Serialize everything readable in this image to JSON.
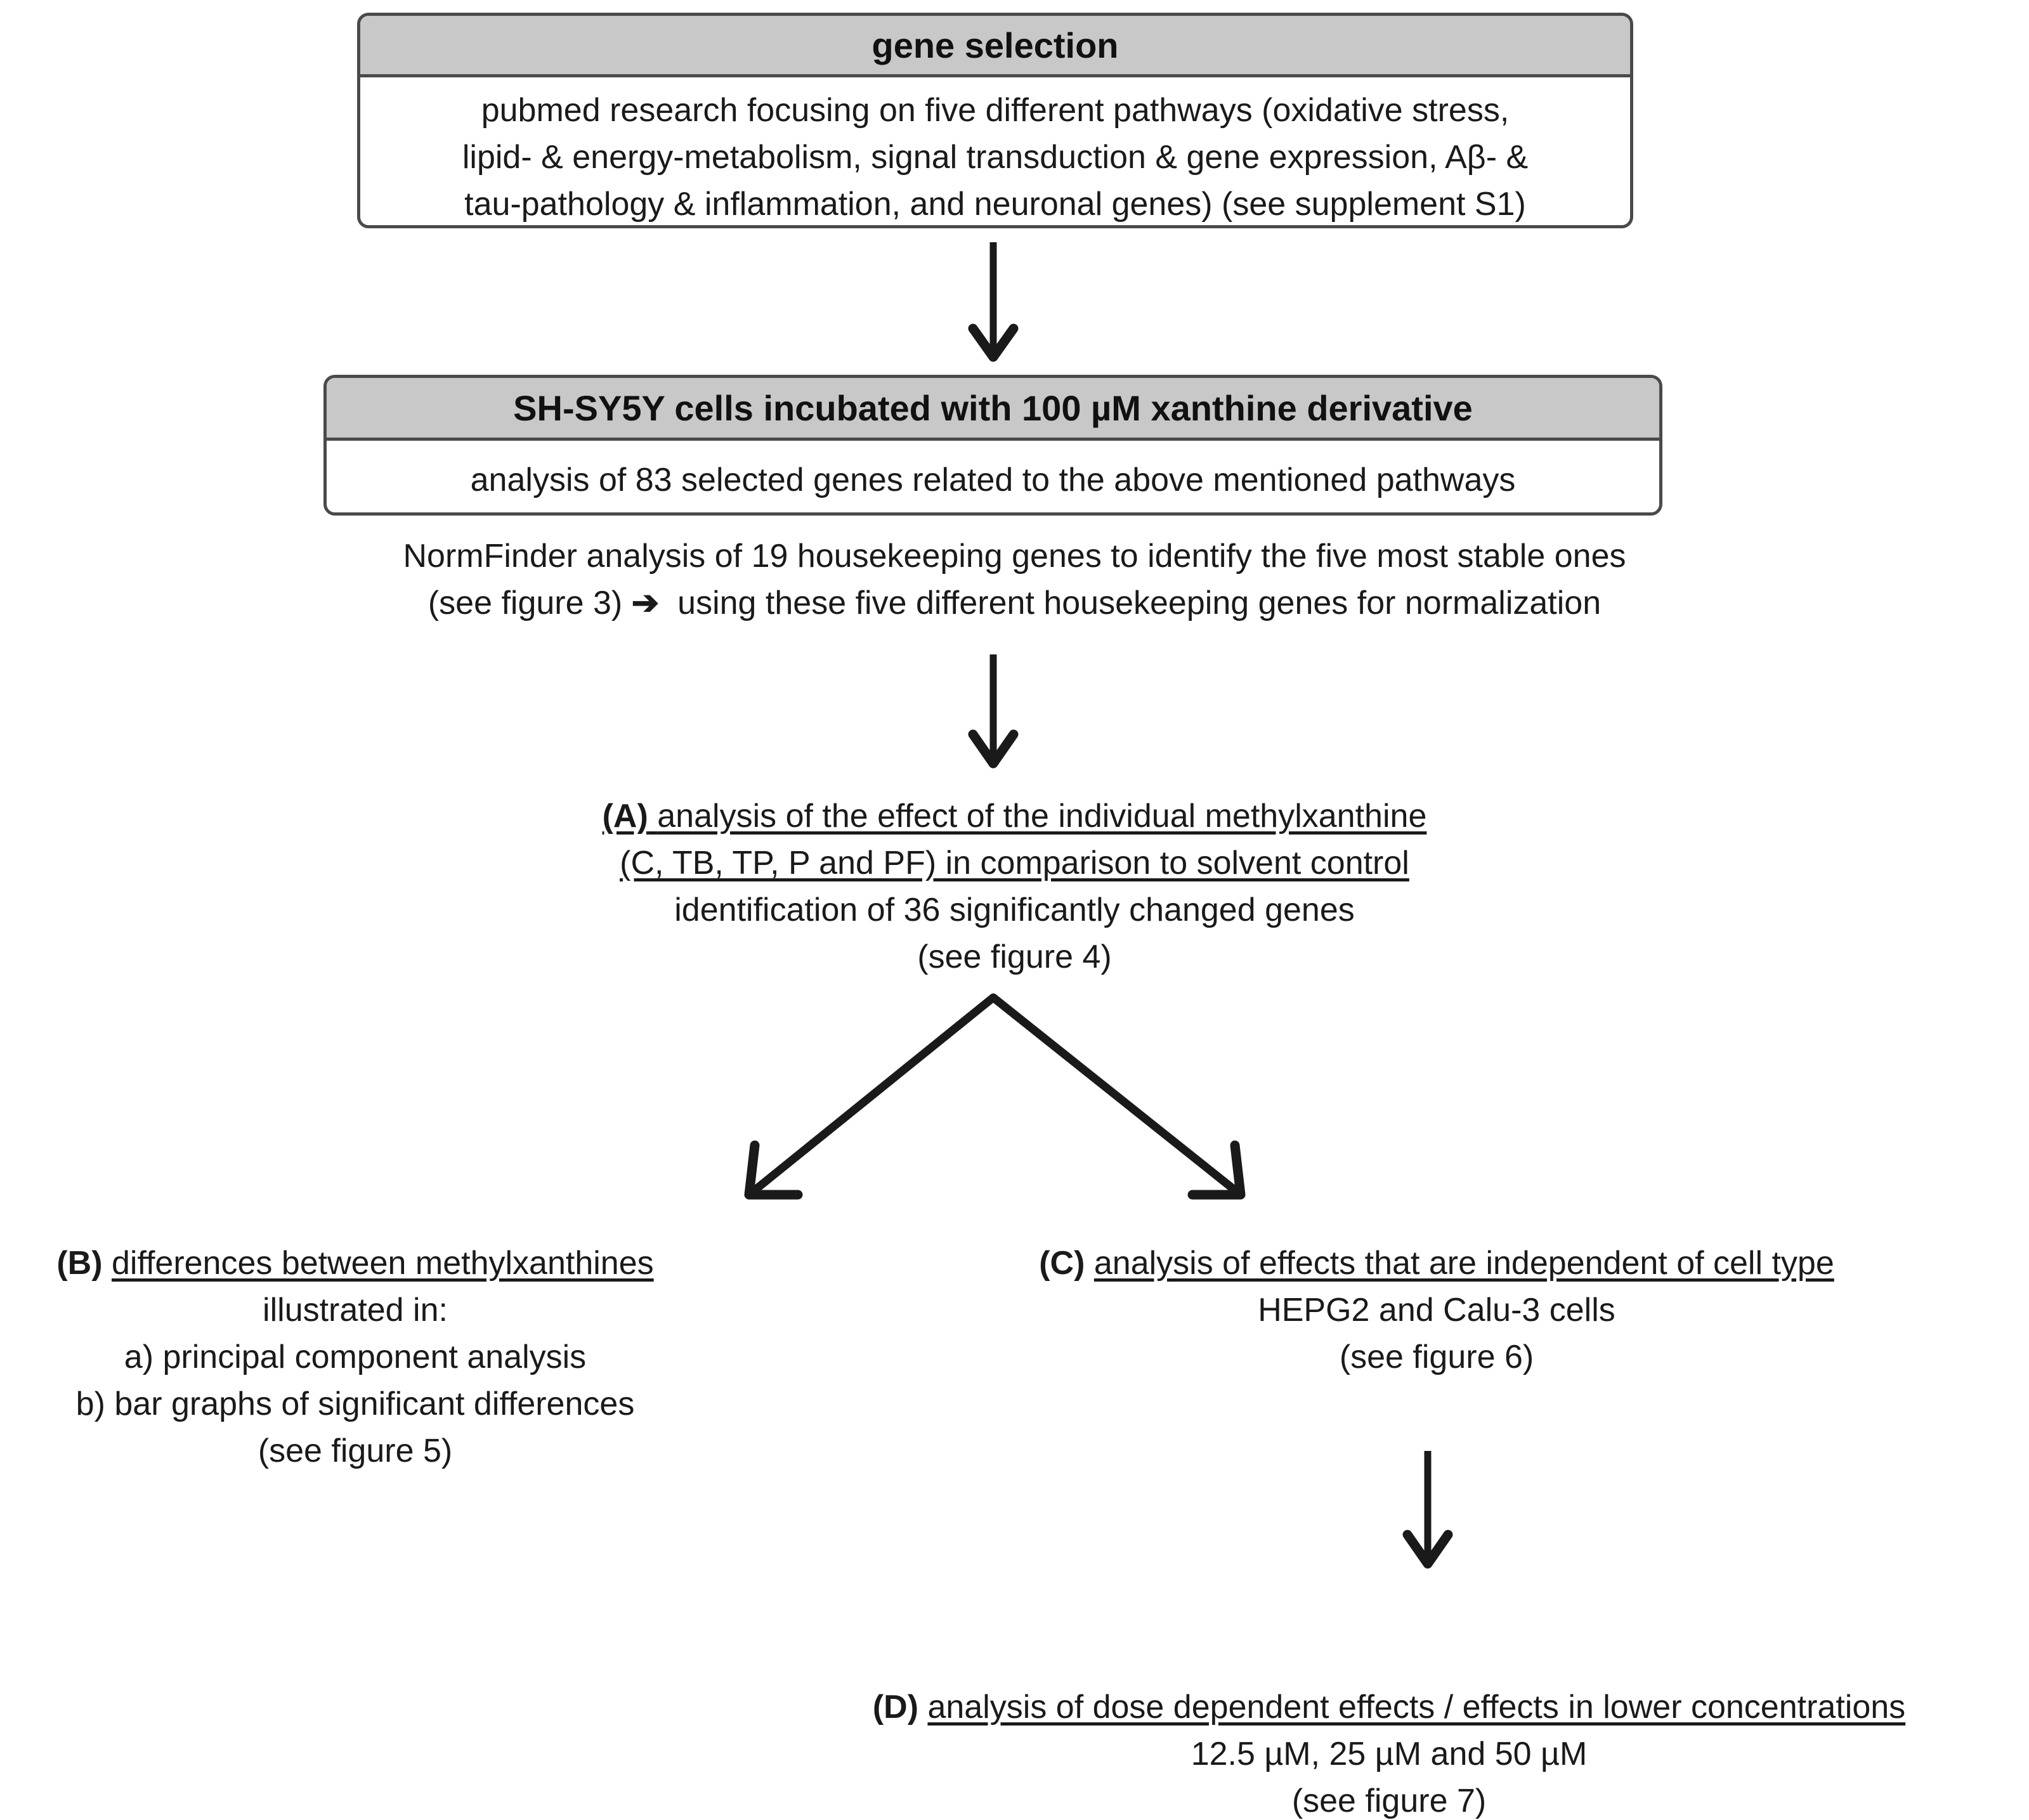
{
  "boxes": {
    "gene_selection": {
      "header": "gene selection",
      "body_lines": [
        "pubmed research focusing on five different pathways (oxidative stress,",
        "lipid- & energy-metabolism, signal transduction & gene expression, Aβ- &",
        "tau-pathology & inflammation, and neuronal genes) (see supplement S1)"
      ]
    },
    "cell_incubation": {
      "header": "SH-SY5Y cells incubated with 100 µM xanthine derivative",
      "body_lines": [
        "analysis of 83 selected genes related to the above mentioned pathways"
      ]
    }
  },
  "normfinder": {
    "line1": "NormFinder analysis of 19 housekeeping genes to identify the five most stable ones",
    "line2_prefix": "(see figure 3)",
    "line2_arrow": "➔",
    "line2_suffix": "using these five different housekeeping genes for normalization"
  },
  "sections": {
    "a": {
      "label": "(A)",
      "underlined_line1": "analysis of the effect of the individual methylxanthine",
      "underlined_line2": "(C, TB, TP, P and PF) in comparison to solvent control",
      "line3": "identification of 36 significantly changed genes",
      "line4": "(see figure 4)"
    },
    "b": {
      "label": "(B)",
      "underlined_line1": "differences between methylxanthines",
      "line2": "illustrated in:",
      "line3": "a) principal component analysis",
      "line4": "b) bar graphs of significant differences",
      "line5": "(see figure 5)"
    },
    "c": {
      "label": "(C)",
      "underlined_line1": "analysis of effects that are independent of cell type",
      "line2": "HEPG2 and Calu-3 cells",
      "line3": "(see figure 6)"
    },
    "d": {
      "label": "(D)",
      "underlined_line1": "analysis of dose dependent effects / effects in lower concentrations",
      "line2": "12.5 µM, 25 µM and 50 µM",
      "line3": "(see figure 7)"
    }
  },
  "colors": {
    "header_fill": "#c8c8c8",
    "border": "#4a4a4a",
    "text": "#1a1a1a",
    "arrow": "#1a1a1a"
  }
}
